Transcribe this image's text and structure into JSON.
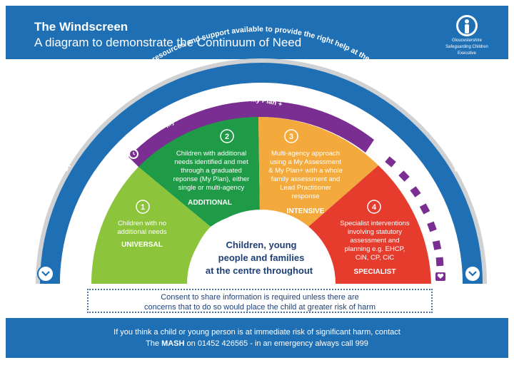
{
  "header": {
    "title": "The Windscreen",
    "subtitle": "A diagram to demonstrate the Continuum of Need",
    "logo_text": [
      "Gloucestershire",
      "Safeguarding Children",
      "Executive"
    ]
  },
  "arc": {
    "outer_text": "Open conversations, thinking about the resources and support available to provide the right help at the right time to meet the needs of the child",
    "plan_text": "My Plan, My Assessment & My Plan +"
  },
  "segments": [
    {
      "number": "1",
      "body": [
        "Children with no",
        "additional needs"
      ],
      "label": "UNIVERSAL",
      "color": "#8cc43c"
    },
    {
      "number": "2",
      "body": [
        "Children with additional",
        "needs identified and met",
        "through a graduated",
        "reponse (My Plan), either",
        "single or multi-agency"
      ],
      "label": "ADDITIONAL",
      "color": "#1f9a46"
    },
    {
      "number": "3",
      "body": [
        "Multi-agency approach",
        "using a My Assessment",
        "& My Plan+ with a whole",
        "family assessment and",
        "Lead Practitioner",
        "response"
      ],
      "label": "INTENSIVE",
      "color": "#f3a93b"
    },
    {
      "number": "4",
      "body": [
        "Specialist interventions",
        "involving statutory",
        "assessment and",
        "planning e.g. EHCP,",
        "CiN, CP, CiC"
      ],
      "label": "SPECIALIST",
      "color": "#e53c2e"
    }
  ],
  "centre_text": [
    "Children, young",
    "people and families",
    "at the centre throughout"
  ],
  "consent": {
    "line1": "Consent to share information is required unless there are",
    "line2": "concerns that to do so would place the child at greater risk of harm"
  },
  "footer": {
    "line1": "If you think a child or young person is at immediate risk of significant harm, contact",
    "line2_prefix": "The ",
    "line2_bold": "MASH",
    "line2_suffix": " on 01452 426565 - in an emergency always call 999"
  },
  "colors": {
    "blue": "#1f6fb5",
    "purple": "#7b2e91",
    "grey": "#cfd1d3"
  }
}
